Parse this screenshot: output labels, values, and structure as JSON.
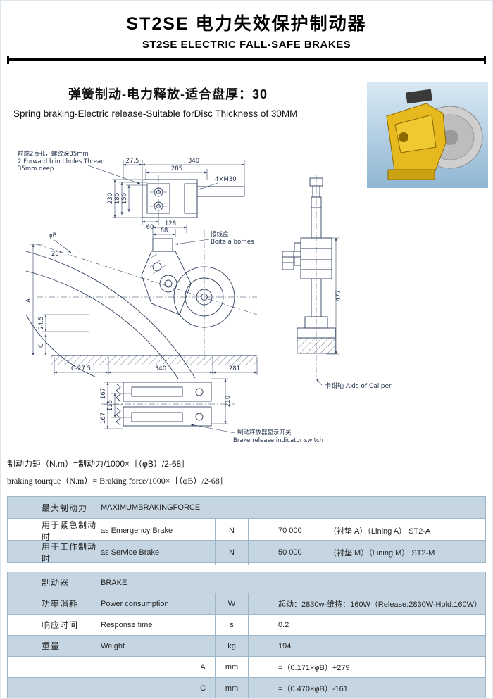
{
  "header": {
    "title_cn": "ST2SE 电力失效保护制动器",
    "title_en": "ST2SE ELECTRIC FALL-SAFE BRAKES"
  },
  "intro": {
    "heading_cn": "弹簧制动-电力释放-适合盘厚：30",
    "heading_en": "Spring braking-Electric release-Suitable forDisc Thickness of 30MM"
  },
  "drawings": {
    "blind_cn": "前端2盲孔，螺纹深35mm",
    "blind_en1": "2 Forward blind holes Thread",
    "blind_en2": "35mm deep",
    "m30": "4×M30",
    "phi_b": "φB",
    "deg20": "20°",
    "terminal_cn": "接线盒",
    "terminal_fr": "Boite a bornes",
    "axis": "卡钳轴 Axis of Caliper",
    "switch_cn": "制动释放器显示开关",
    "switch_en": "Brake release indicator switch",
    "dims": {
      "tv340": "340",
      "tv275": "27.5",
      "tv285": "285",
      "tv230": "230",
      "tv180": "180",
      "tv150": "150",
      "tv60": "60",
      "fv128": "128",
      "fv68": "68",
      "fvA": "A",
      "fv245": "24.5",
      "fvC": "C",
      "fvC275": "C-27.5",
      "fv340": "340",
      "fv281": "281",
      "sv477": "477",
      "bv167a": "167",
      "bv115": "115",
      "bv167b": "167",
      "bv210": "210"
    }
  },
  "formula": {
    "line1": "制动力矩（N.m）=制动力/1000×［（φB）/2-68］",
    "line2": "braking tourque（N.m）= Braking force/1000×［（φB）/2-68］"
  },
  "table1": {
    "header": {
      "cn": "最大制动力",
      "en": "MAXIMUMBRAKINGFORCE"
    },
    "rows": [
      {
        "cn": "用于紧急制动时",
        "en": "as Emergency Brake",
        "unit": "N",
        "value": "70 000",
        "note": "（衬垫 A）（Lining A） ST2-A"
      },
      {
        "cn": "用于工作制动时",
        "en": "as Service Brake",
        "unit": "N",
        "value": "50 000",
        "note": "（衬垫 M）（Lining M） ST2-M"
      }
    ]
  },
  "table2": {
    "header": {
      "cn": "制动器",
      "en": "BRAKE"
    },
    "rows": [
      {
        "cn": "功率消耗",
        "en": "Power consumption",
        "label": "",
        "unit": "W",
        "value": "起动：2830w-维持：160W（Release:2830W-Hold:160W）"
      },
      {
        "cn": "响应时间",
        "en": "Response time",
        "label": "",
        "unit": "s",
        "value": "0.2"
      },
      {
        "cn": "重量",
        "en": "Weight",
        "label": "",
        "unit": "kg",
        "value": "194"
      },
      {
        "cn": "",
        "en": "",
        "label": "A",
        "unit": "mm",
        "value": "=（0.171×φB）+279"
      },
      {
        "cn": "",
        "en": "",
        "label": "C",
        "unit": "mm",
        "value": "=（0.470×φB）-161"
      }
    ]
  },
  "colors": {
    "table_row_blue": "#c5d6e2",
    "drawing_line": "#2e3f5e"
  }
}
